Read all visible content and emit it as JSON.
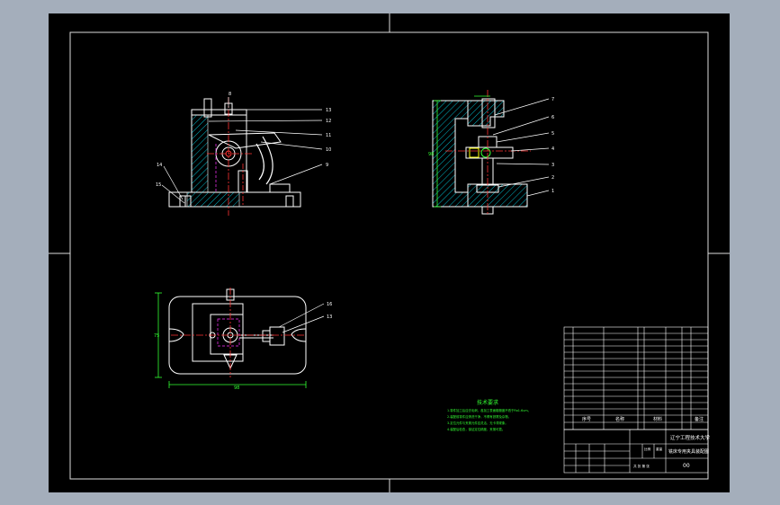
{
  "colors": {
    "background": "#a4aebb",
    "sheet": "#000000",
    "outline": "#ffffff",
    "hatch": "#00b7c7",
    "dimension": "#33ff33",
    "leader": "#ffffff",
    "centerline": "#ff3333",
    "hidden": "#ff33ff",
    "notes": "#33ff33",
    "part_yellow": "#ffff00"
  },
  "balloons": {
    "front": [
      "13",
      "12",
      "11",
      "10",
      "9",
      "8",
      "14",
      "15"
    ],
    "side": [
      "7",
      "6",
      "5",
      "4",
      "3",
      "2",
      "1"
    ],
    "plan": [
      "16",
      "13"
    ]
  },
  "dimensions": {
    "plan_width": "98",
    "plan_height": "75",
    "side_height": "98"
  },
  "tech_notes": {
    "title": "技术要求",
    "lines": [
      "1.零件加工后应去毛刺，各加工表面粗糙度不低于Ra1.6um。",
      "2.装配前零件应清洗干净，不得有铁屑及杂物。",
      "3.定位元件与夹紧元件应灵活，无卡滞现象。",
      "4.装配后检查，保证定位精度，夹紧可靠。"
    ]
  },
  "title_block": {
    "university": "辽宁工程技术大学",
    "drawing_name": "铣床专用夹具装配图",
    "drawing_no": "00",
    "header_seq": "序号",
    "header_name": "名称",
    "header_material": "材料",
    "header_remark": "备注",
    "row_scale": "比例",
    "row_weight": "重量",
    "row_sheet": "共 张 第 张"
  }
}
